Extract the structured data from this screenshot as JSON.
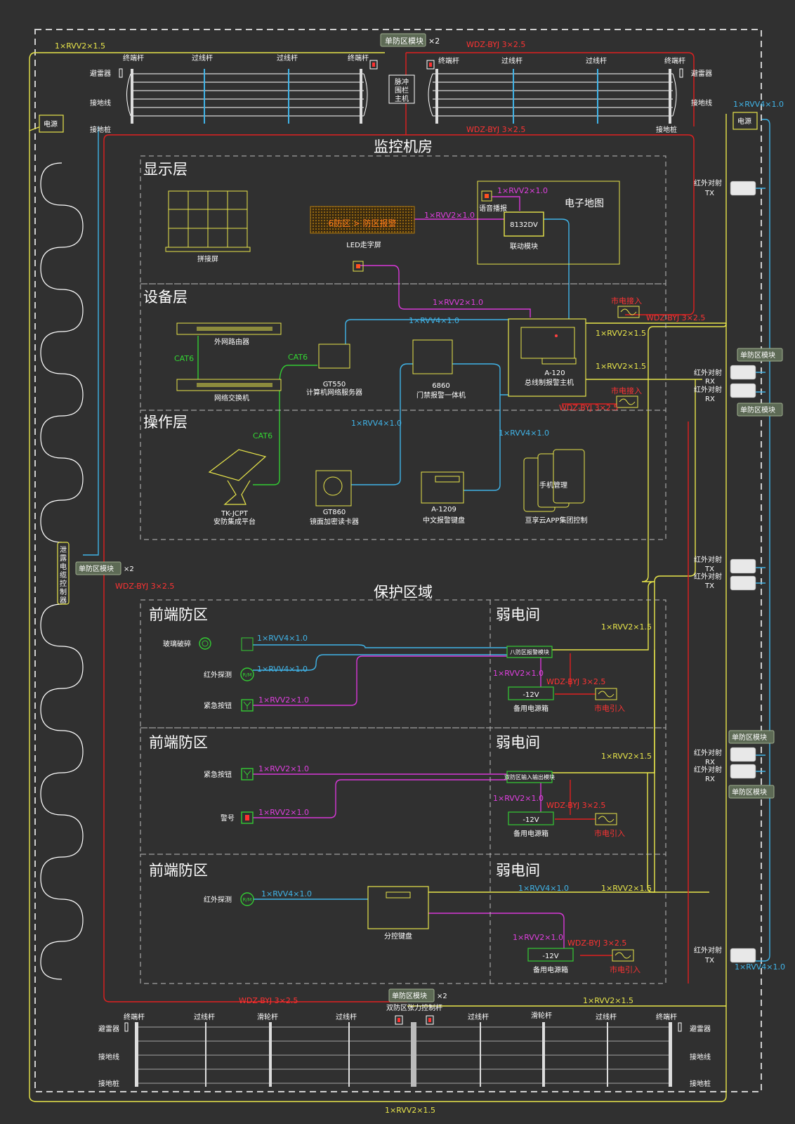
{
  "colors": {
    "yellow": "#e8e54a",
    "red": "#e02020",
    "cyan": "#40b4e8",
    "magenta": "#d838d8",
    "green": "#33cc33",
    "white": "#ffffff",
    "dash": "#cccccc",
    "bg": "#303030"
  },
  "title_room": "监控机房",
  "title_protect": "保护区域",
  "layers": {
    "display": "显示层",
    "device": "设备层",
    "operate": "操作层"
  },
  "cables": {
    "rvv2_15": "1×RVV2×1.5",
    "rvv2_10": "1×RVV2×1.0",
    "rvv4_10": "1×RVV4×1.0",
    "byj": "WDZ-BYJ 3×2.5",
    "cat6": "CAT6"
  },
  "fence": {
    "terminal": "终端杆",
    "pass": "过线杆",
    "pulley": "滑轮杆",
    "arrester": "避雷器",
    "ground_wire": "接地线",
    "ground_pile": "接地桩",
    "pulse_host": [
      "脉冲",
      "围栏",
      "主机"
    ],
    "dual_host": "双防区张力控制杆"
  },
  "modules": {
    "single": "单防区模块",
    "x2": "×2",
    "power": "电源",
    "leak": [
      "泄",
      "露",
      "电",
      "缆",
      "控",
      "制",
      "器"
    ]
  },
  "ir": {
    "tx": "TX",
    "rx": "RX",
    "label": "红外对射"
  },
  "display": {
    "splice": "拼接屏",
    "led": "LED走字屏",
    "led_text": "6防区 > 防区报警",
    "emap": "电子地图",
    "voice": "语音播报",
    "dv": "8132DV",
    "link": "联动模块"
  },
  "device": {
    "router": "外网路由器",
    "switch": "网络交换机",
    "gt550": "GT550",
    "gt550_desc": "计算机网络服务器",
    "m6860": "6860",
    "m6860_desc": "门禁报警一体机",
    "a120": "A-120",
    "a120_desc": "总线制报警主机",
    "mains": "市电接入"
  },
  "operate": {
    "tk": "TK-JCPT",
    "tk_desc": "安防集成平台",
    "gt860": "GT860",
    "gt860_desc": "镜面加密读卡器",
    "a1209": "A-1209",
    "a1209_desc": "中文报警键盘",
    "phone": "手机管理",
    "app": "亘享云APP集团控制"
  },
  "protect": {
    "front": "前端防区",
    "weak": "弱电间",
    "glass": "玻璃破碎",
    "ir_detect": "红外探测",
    "emergency": "紧急按钮",
    "siren": "警号",
    "eight": "八防区报警模块",
    "dual_io": "双防区输入输出模块",
    "backup": "备用电源箱",
    "v12": "-12V",
    "mains_in": "市电引入",
    "keypad": "分控键盘",
    "rm": "R/M"
  }
}
